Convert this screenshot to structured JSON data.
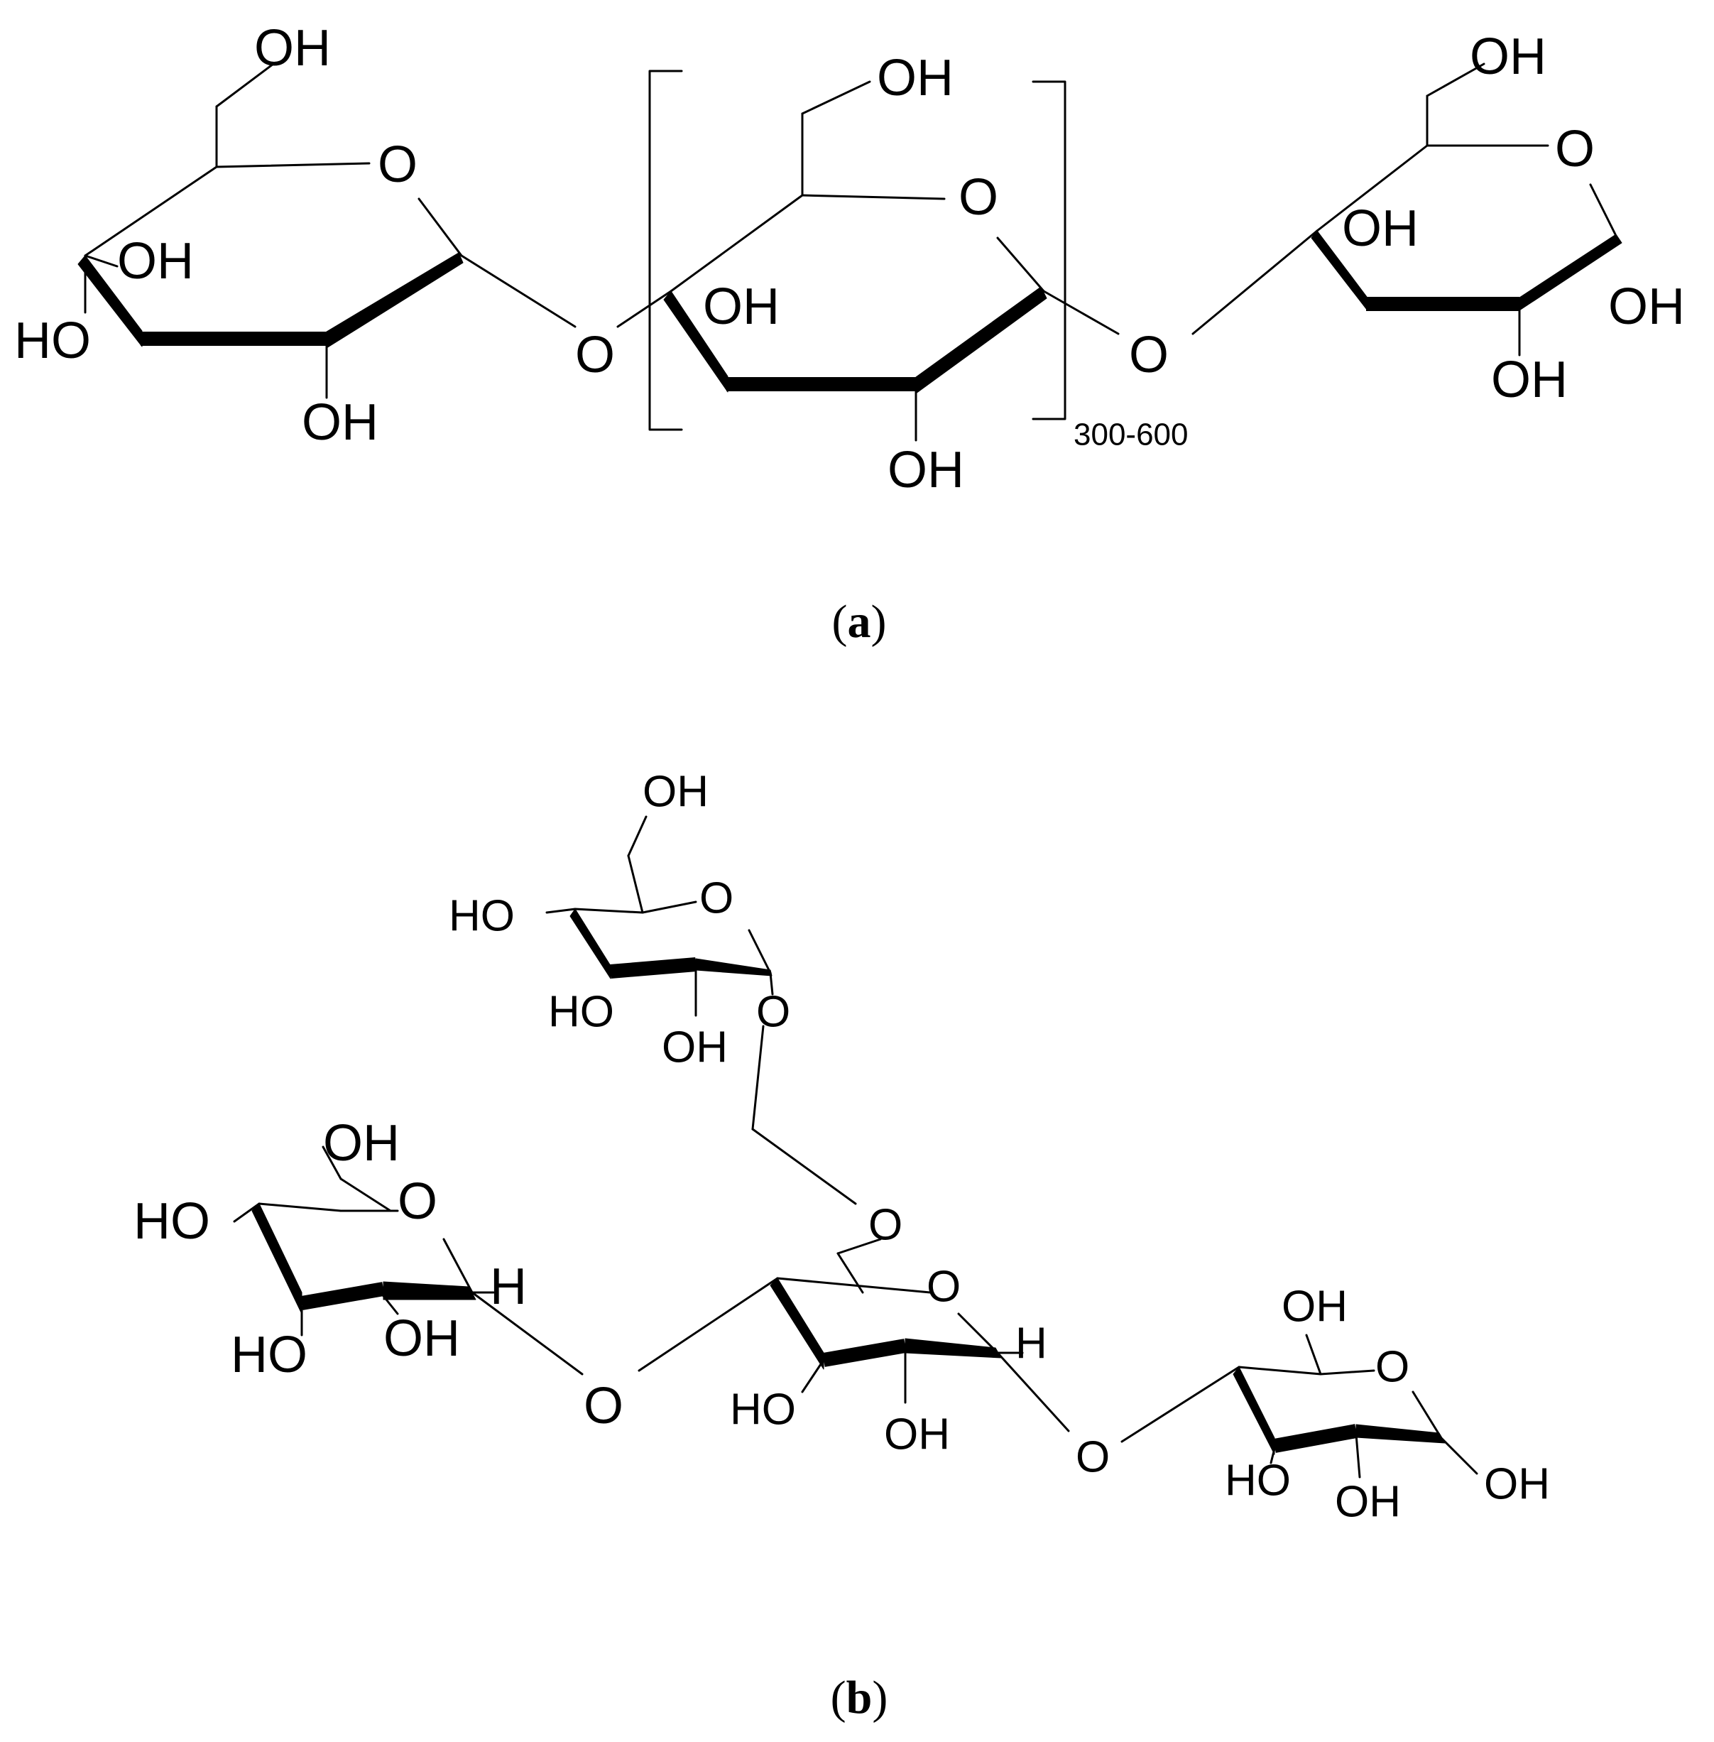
{
  "atoms": {
    "oh": "OH",
    "ho": "HO",
    "o": "O",
    "h": "H"
  },
  "repeat_subscript": "300-600",
  "panel_a": {
    "open": "(",
    "letter": "a",
    "close": ")"
  },
  "panel_b": {
    "open": "(",
    "letter": "b",
    "close": ")"
  },
  "colors": {
    "ink": "#000000",
    "background": "#ffffff"
  }
}
